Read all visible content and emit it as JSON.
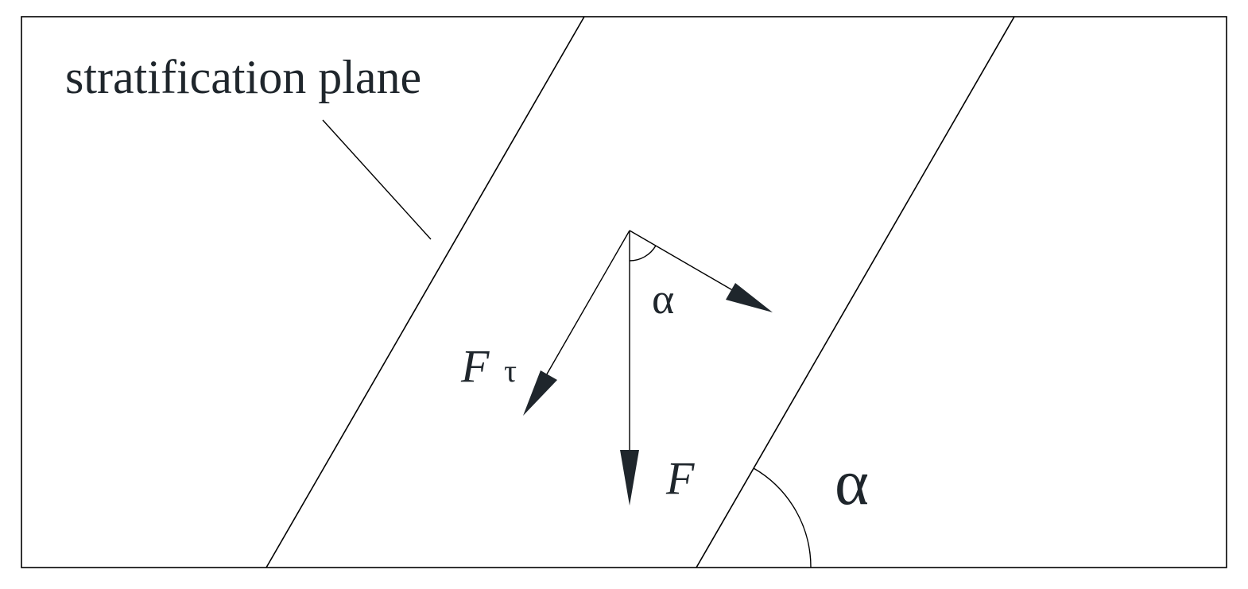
{
  "labels": {
    "stratification_plane": "stratification plane",
    "force": "F",
    "force_tangential_base": "F",
    "force_tangential_subscript": "τ",
    "inner_angle": "α",
    "outer_angle": "α"
  },
  "colors": {
    "ink": "#1f262c",
    "line": "#000000",
    "background": "#ffffff"
  }
}
